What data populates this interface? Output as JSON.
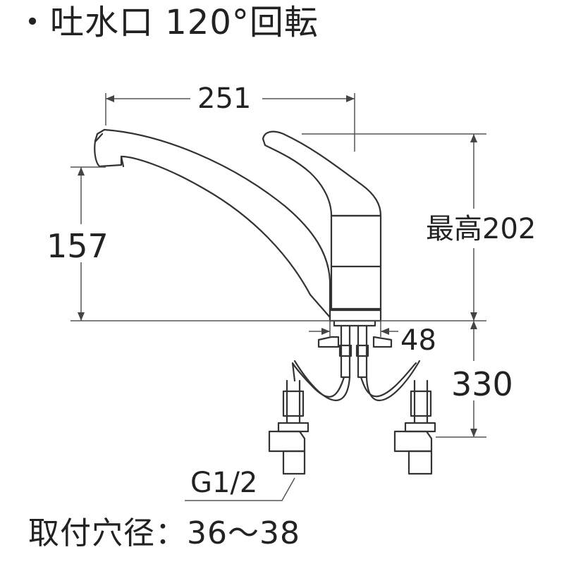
{
  "title": "・吐水口 120°回転",
  "dimensions": {
    "spout_length": "251",
    "spout_height": "157",
    "max_height": "最高202",
    "base_width": "48",
    "hose_length": "330",
    "thread": "G1/2"
  },
  "mounting_hole": "取付穴径：36〜38"
}
